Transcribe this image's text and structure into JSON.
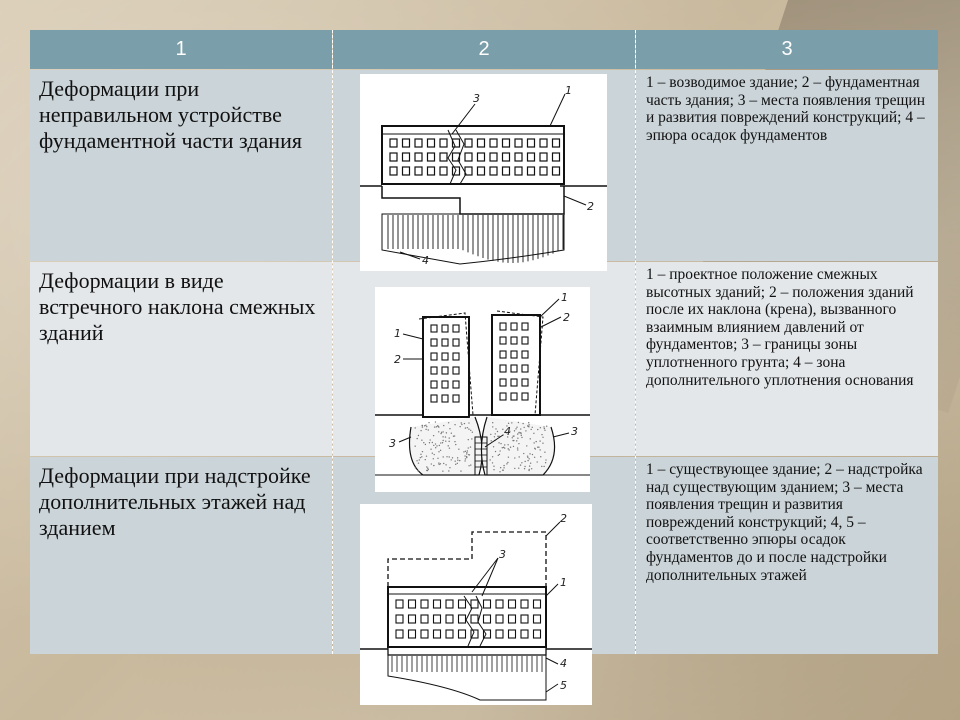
{
  "table": {
    "headers": [
      "1",
      "2",
      "3"
    ],
    "rows": [
      {
        "title": "Деформации при неправильном устройстве фундаментной части здания",
        "description": "1 – возводимое здание; 2 – фундаментная часть здания; 3 – места появления трещин и развития повреждений конструкций; 4 – эпюра осадок фундаментов"
      },
      {
        "title": "Деформации в виде встречного наклона смежных зданий",
        "description": "1 – проектное положение смежных высотных зданий; 2 – положения зданий после их наклона (крена), вызванного взаимным влиянием давлений от фундаментов; 3 – границы зоны уплотненного грунта; 4 – зона дополнительного уплотнения основания"
      },
      {
        "title": "Деформации при надстройке дополнительных этажей над зданием",
        "description": "1 – существующее здание; 2 – надстройка над существующим зданием; 3 – места появления трещин и развития повреждений конструкций; 4, 5 – соответственно эпюры осадок фундаментов до и после надстройки дополнительных этажей"
      }
    ]
  },
  "figures": {
    "fig1_labels": [
      "3",
      "1",
      "2",
      "4"
    ],
    "fig2_labels": [
      "1",
      "2",
      "1",
      "2",
      "3",
      "4",
      "3"
    ],
    "fig3_labels": [
      "2",
      "3",
      "1",
      "4",
      "5"
    ]
  }
}
